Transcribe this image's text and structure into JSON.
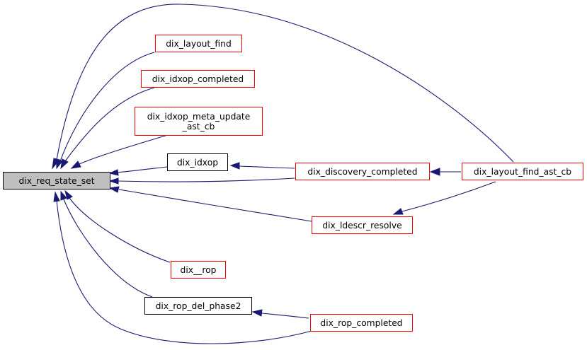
{
  "graph": {
    "type": "caller-graph",
    "colors": {
      "edge": "#191970",
      "root_fill": "#bfbfbf",
      "documented_border": "#000000",
      "undocumented_border": "#ff0000"
    },
    "root": {
      "id": "req_state_set",
      "label": "dix_req_state_set"
    },
    "nodes": [
      {
        "id": "layout_find",
        "label": "dix_layout_find",
        "border": "red"
      },
      {
        "id": "idxop_completed",
        "label": "dix_idxop_completed",
        "border": "red"
      },
      {
        "id": "meta_update",
        "label": "dix_idxop_meta_update\n_ast_cb",
        "border": "red"
      },
      {
        "id": "idxop",
        "label": "dix_idxop",
        "border": "black"
      },
      {
        "id": "discovery_completed",
        "label": "dix_discovery_completed",
        "border": "red"
      },
      {
        "id": "layout_find_ast_cb",
        "label": "dix_layout_find_ast_cb",
        "border": "red"
      },
      {
        "id": "ldescr_resolve",
        "label": "dix_ldescr_resolve",
        "border": "red"
      },
      {
        "id": "rop",
        "label": "dix__rop",
        "border": "red"
      },
      {
        "id": "rop_del_phase2",
        "label": "dix_rop_del_phase2",
        "border": "black"
      },
      {
        "id": "rop_completed",
        "label": "dix_rop_completed",
        "border": "red"
      }
    ],
    "edges": [
      {
        "from": "layout_find_ast_cb",
        "to": "req_state_set"
      },
      {
        "from": "layout_find",
        "to": "req_state_set"
      },
      {
        "from": "idxop_completed",
        "to": "req_state_set"
      },
      {
        "from": "meta_update",
        "to": "req_state_set"
      },
      {
        "from": "idxop",
        "to": "req_state_set"
      },
      {
        "from": "discovery_completed",
        "to": "req_state_set"
      },
      {
        "from": "discovery_completed",
        "to": "idxop"
      },
      {
        "from": "layout_find_ast_cb",
        "to": "discovery_completed"
      },
      {
        "from": "ldescr_resolve",
        "to": "req_state_set"
      },
      {
        "from": "layout_find_ast_cb",
        "to": "ldescr_resolve"
      },
      {
        "from": "rop",
        "to": "req_state_set"
      },
      {
        "from": "rop_del_phase2",
        "to": "req_state_set"
      },
      {
        "from": "rop_completed",
        "to": "req_state_set"
      },
      {
        "from": "rop_completed",
        "to": "rop_del_phase2"
      }
    ]
  }
}
